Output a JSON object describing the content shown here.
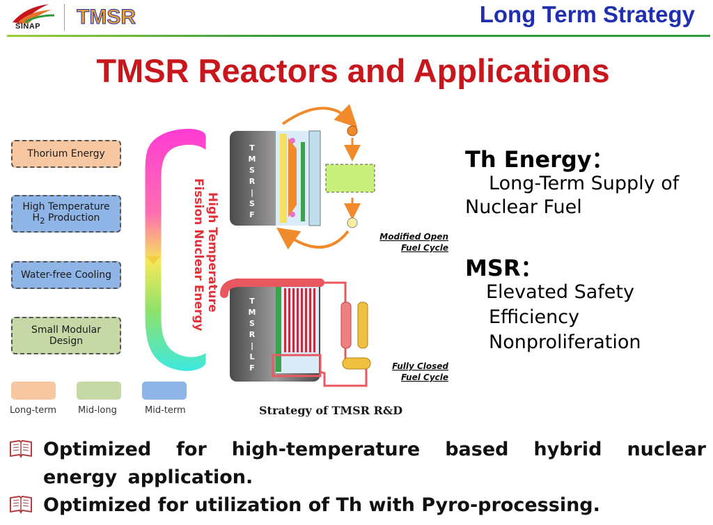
{
  "header": {
    "org_label": "SINAP",
    "logo_text": "TMSR",
    "section_title": "Long Term Strategy",
    "colors": {
      "section_title": "#1f2fb0",
      "rule": "#2e9a3a"
    }
  },
  "title": "TMSR Reactors and Applications",
  "legend_boxes": [
    {
      "label": "Thorium Energy"
    },
    {
      "label_line1": "High Temperature",
      "label_line2_main": "H",
      "label_line2_sub": "2",
      "label_line2_rest": " Production"
    },
    {
      "label": "Water-free Cooling"
    },
    {
      "label_line1": "Small Modular",
      "label_line2": "Design"
    }
  ],
  "legend_keys": [
    {
      "label": "Long-term",
      "color": "#f6c7a0"
    },
    {
      "label": "Mid-long",
      "color": "#c6d8a6"
    },
    {
      "label": "Mid-term",
      "color": "#8fb4e6"
    }
  ],
  "diagram": {
    "arrow_label_line1": "High Temperature",
    "arrow_label_line2": "Fission Nuclear Energy",
    "reactor_sf_letters": [
      "T",
      "M",
      "S",
      "R",
      "|",
      "S",
      "F"
    ],
    "reactor_lf_letters": [
      "T",
      "M",
      "S",
      "R",
      "|",
      "L",
      "F"
    ],
    "open_cycle_line1": "Modified Open",
    "open_cycle_line2": "Fuel Cycle",
    "closed_cycle_line1": "Fully Closed",
    "closed_cycle_line2": "Fuel Cycle",
    "caption": "Strategy of TMSR R&D"
  },
  "th_energy": {
    "heading": "Th Energy：",
    "line1": "Long-Term Supply of",
    "line2": "Nuclear Fuel"
  },
  "msr": {
    "heading": "MSR：",
    "items": [
      "Elevated Safety",
      "Efficiency",
      "Nonproliferation"
    ]
  },
  "bullets": [
    {
      "icon": "book-icon",
      "text": "Optimized for high-temperature based hybrid nuclear energy application."
    },
    {
      "icon": "book-icon",
      "text": "Optimized for utilization of Th with Pyro-processing."
    }
  ]
}
